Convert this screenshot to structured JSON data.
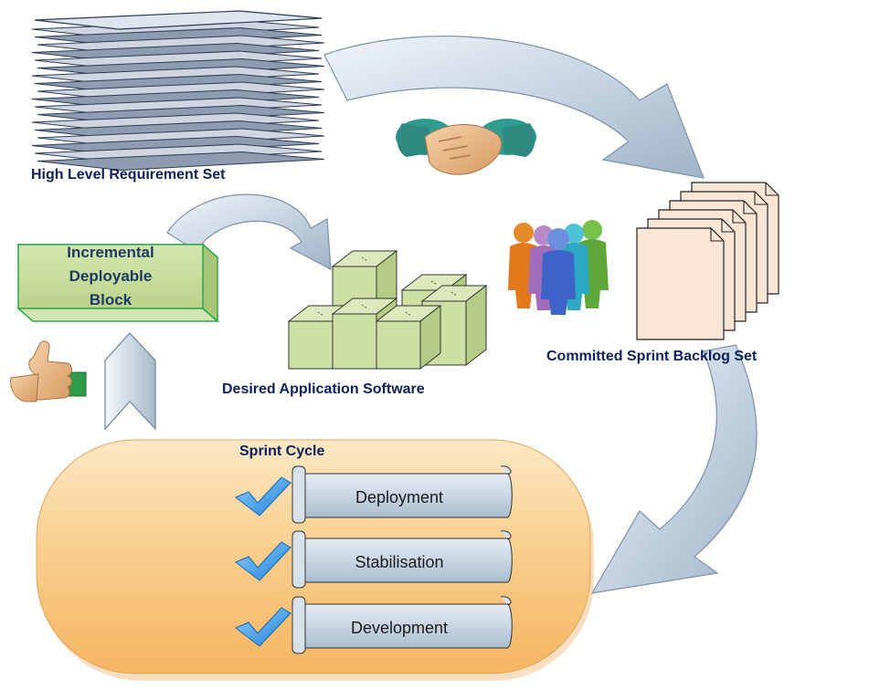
{
  "labels": {
    "high_level": "High Level Requirement Set",
    "incremental_1": "Incremental",
    "incremental_2": "Deployable",
    "incremental_3": "Block",
    "desired": "Desired Application Software",
    "committed": "Committed Sprint Backlog Set",
    "sprint_cycle": "Sprint Cycle"
  },
  "stages": [
    "Deployment",
    "Stabilisation",
    "Development"
  ],
  "colors": {
    "arrow_fill": "#b9cbdc",
    "arrow_stroke": "#6f8599",
    "label_text": "#0e1f5c",
    "cube_fill": "#cfe0a4",
    "cube_stroke": "#333333",
    "pill_fill": "#f8c37c",
    "pill_light": "#fde6bf",
    "page_fill": "#fbe6d6",
    "scroll_fill": "#c9d6e3",
    "check_color": "#2a93e6"
  },
  "icons": [
    "paper-stack-icon",
    "handshake-icon",
    "people-group-icon",
    "thumbs-up-icon",
    "checkmark-icon",
    "scroll-banner-icon"
  ]
}
